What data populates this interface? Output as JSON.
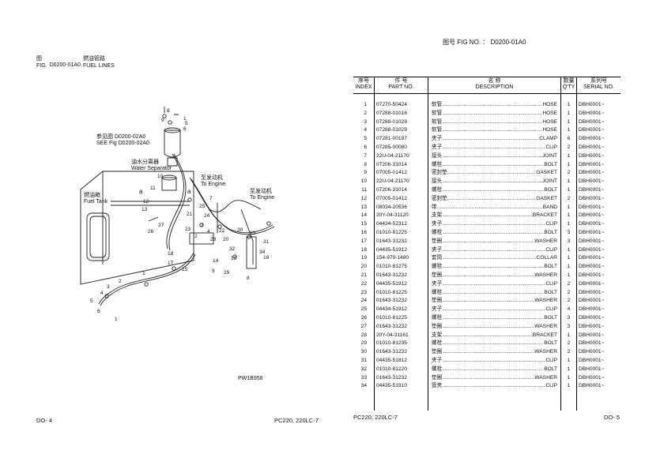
{
  "figure": {
    "label_cn": "图",
    "label_en": "FIG.",
    "code": "D0200-01A0",
    "title_cn": "燃油管路",
    "title_en": "FUEL LINES"
  },
  "right_header": {
    "cn": "图号",
    "en": "FIG NO.",
    "colon": "：",
    "code": "D0200-01A0"
  },
  "diagram": {
    "ref_cn": "参见图 D0200-02A0",
    "ref_en": "SEE Fig D0200-02A0",
    "water_sep_cn": "油水分离器",
    "water_sep_en": "Water Separator",
    "fuel_tank_cn": "燃油箱",
    "fuel_tank_en": "Fuel Tank",
    "to_engine_cn_1": "至发动机",
    "to_engine_en_1": "To Engine",
    "to_engine_cn_2": "至发动机",
    "to_engine_en_2": "To Engine",
    "drawing_no": "PW1B958",
    "callouts": [
      "8",
      "9",
      "1",
      "5",
      "6",
      "a",
      "10",
      "11",
      "12",
      "13",
      "a",
      "7",
      "25",
      "21",
      "24",
      "27",
      "23",
      "26",
      "22",
      "2",
      "3",
      "4",
      "28",
      "20",
      "30",
      "32",
      "33",
      "31",
      "34",
      "16",
      "19",
      "18",
      "17",
      "14",
      "15",
      "29",
      "9",
      "8",
      "1",
      "2",
      "3",
      "4",
      "5",
      "6",
      "1"
    ]
  },
  "table": {
    "headers": {
      "index_cn": "序号",
      "index_en": "INDEX",
      "part_cn": "件    号",
      "part_en": "PART NO.",
      "name_cn": "名        称",
      "name_en": "DESCRIPTION",
      "qty_cn": "数量",
      "qty_en": "Q'TY",
      "serial_cn": "系列号",
      "serial_en": "SERIAL NO."
    },
    "rows": [
      {
        "idx": "1",
        "pn": "07270-50424",
        "cn": "软管",
        "en": "HOSE",
        "qty": "1",
        "ser": "DBH0001~"
      },
      {
        "idx": "2",
        "pn": "07288-01016",
        "cn": "软管",
        "en": "HOSE",
        "qty": "1",
        "ser": "DBH0001~"
      },
      {
        "idx": "3",
        "pn": "07288-01028",
        "cn": "软管",
        "en": "HOSE",
        "qty": "1",
        "ser": "DBH0001~"
      },
      {
        "idx": "4",
        "pn": "07288-01029",
        "cn": "软管",
        "en": "HOSE",
        "qty": "1",
        "ser": "DBH0001~"
      },
      {
        "idx": "5",
        "pn": "07281-00197",
        "cn": "夹子",
        "en": "CLAMP",
        "qty": "6",
        "ser": "DBH0001~"
      },
      {
        "idx": "6",
        "pn": "07285-00080",
        "cn": "夹子",
        "en": "CLIP",
        "qty": "2",
        "ser": "DBH0001~"
      },
      {
        "idx": "7",
        "pn": "22U-04-21170",
        "cn": "接头",
        "en": "JOINT",
        "qty": "1",
        "ser": "DBH0001~"
      },
      {
        "idx": "8",
        "pn": "07206-31014",
        "cn": "螺栓",
        "en": "BOLT",
        "qty": "1",
        "ser": "DBH0001~"
      },
      {
        "idx": "9",
        "pn": "07005-01412",
        "cn": "密封垫",
        "en": "GASKET",
        "qty": "2",
        "ser": "DBH0001~"
      },
      {
        "idx": "10",
        "pn": "22U-04-21170",
        "cn": "接头",
        "en": "JOINT",
        "qty": "1",
        "ser": "DBH0001~"
      },
      {
        "idx": "11",
        "pn": "07206-31014",
        "cn": "螺栓",
        "en": "BOLT",
        "qty": "1",
        "ser": "DBH0001~"
      },
      {
        "idx": "12",
        "pn": "07005-01412",
        "cn": "密封垫",
        "en": "GASKET",
        "qty": "2",
        "ser": "DBH0001~"
      },
      {
        "idx": "13",
        "pn": "08034-20536",
        "cn": "带",
        "en": "BAND",
        "qty": "1",
        "ser": "DBH0001~"
      },
      {
        "idx": "14",
        "pn": "20Y-04-31120",
        "cn": "支架",
        "en": "BRACKET",
        "qty": "1",
        "ser": "DBH0001~"
      },
      {
        "idx": "15",
        "pn": "04434-52312",
        "cn": "夹子",
        "en": "CLIP",
        "qty": "1",
        "ser": "DBH0001~"
      },
      {
        "idx": "16",
        "pn": "01010-81225",
        "cn": "螺栓",
        "en": "BOLT",
        "qty": "3",
        "ser": "DBH0001~"
      },
      {
        "idx": "17",
        "pn": "01643-31232",
        "cn": "垫圈",
        "en": "WASHER",
        "qty": "3",
        "ser": "DBH0001~"
      },
      {
        "idx": "18",
        "pn": "04435-51912",
        "cn": "夹子",
        "en": "CLIP",
        "qty": "1",
        "ser": "DBH0001~"
      },
      {
        "idx": "19",
        "pn": "154-979-1480",
        "cn": "套筒",
        "en": "COLLAR",
        "qty": "1",
        "ser": "DBH0001~"
      },
      {
        "idx": "20",
        "pn": "01010-81275",
        "cn": "螺栓",
        "en": "BOLT",
        "qty": "1",
        "ser": "DBH0001~"
      },
      {
        "idx": "21",
        "pn": "01643-31232",
        "cn": "垫圈",
        "en": "WASHER",
        "qty": "1",
        "ser": "DBH0001~"
      },
      {
        "idx": "22",
        "pn": "04435-51912",
        "cn": "夹子",
        "en": "CLIP",
        "qty": "2",
        "ser": "DBH0001~"
      },
      {
        "idx": "23",
        "pn": "01010-81225",
        "cn": "螺栓",
        "en": "BOLT",
        "qty": "2",
        "ser": "DBH0001~"
      },
      {
        "idx": "24",
        "pn": "01643-31232",
        "cn": "垫圈",
        "en": "WASHER",
        "qty": "2",
        "ser": "DBH0001~"
      },
      {
        "idx": "25",
        "pn": "04434-51912",
        "cn": "夹子",
        "en": "CLIP",
        "qty": "4",
        "ser": "DBH0001~"
      },
      {
        "idx": "26",
        "pn": "01010-81225",
        "cn": "螺栓",
        "en": "BOLT",
        "qty": "3",
        "ser": "DBH0001~"
      },
      {
        "idx": "27",
        "pn": "01643-31232",
        "cn": "垫圈",
        "en": "WASHER",
        "qty": "3",
        "ser": "DBH0001~"
      },
      {
        "idx": "28",
        "pn": "20Y-04-31161",
        "cn": "支架",
        "en": "BRACKET",
        "qty": "1",
        "ser": "DBH0001~"
      },
      {
        "idx": "29",
        "pn": "01010-81235",
        "cn": "螺栓",
        "en": "BOLT",
        "qty": "2",
        "ser": "DBH0001~"
      },
      {
        "idx": "30",
        "pn": "01643-31232",
        "cn": "垫圈",
        "en": "WASHER",
        "qty": "2",
        "ser": "DBH0001~"
      },
      {
        "idx": "31",
        "pn": "04435-51812",
        "cn": "夹子",
        "en": "CLIP",
        "qty": "1",
        "ser": "DBH0001~"
      },
      {
        "idx": "32",
        "pn": "01010-81220",
        "cn": "螺栓",
        "en": "BOLT",
        "qty": "1",
        "ser": "DBH0001~"
      },
      {
        "idx": "33",
        "pn": "01643-31232",
        "cn": "垫圈",
        "en": "WASHER",
        "qty": "1",
        "ser": "DBH0001~"
      },
      {
        "idx": "34",
        "pn": "04435-51910",
        "cn": "管夹",
        "en": "CLIP",
        "qty": "1",
        "ser": "DBH0001~"
      }
    ]
  },
  "footer": {
    "left_page": "DO- 4",
    "left_model": "PC220, 220LC-7",
    "right_model": "PC220, 220LC-7",
    "right_page": "DO- 5"
  }
}
